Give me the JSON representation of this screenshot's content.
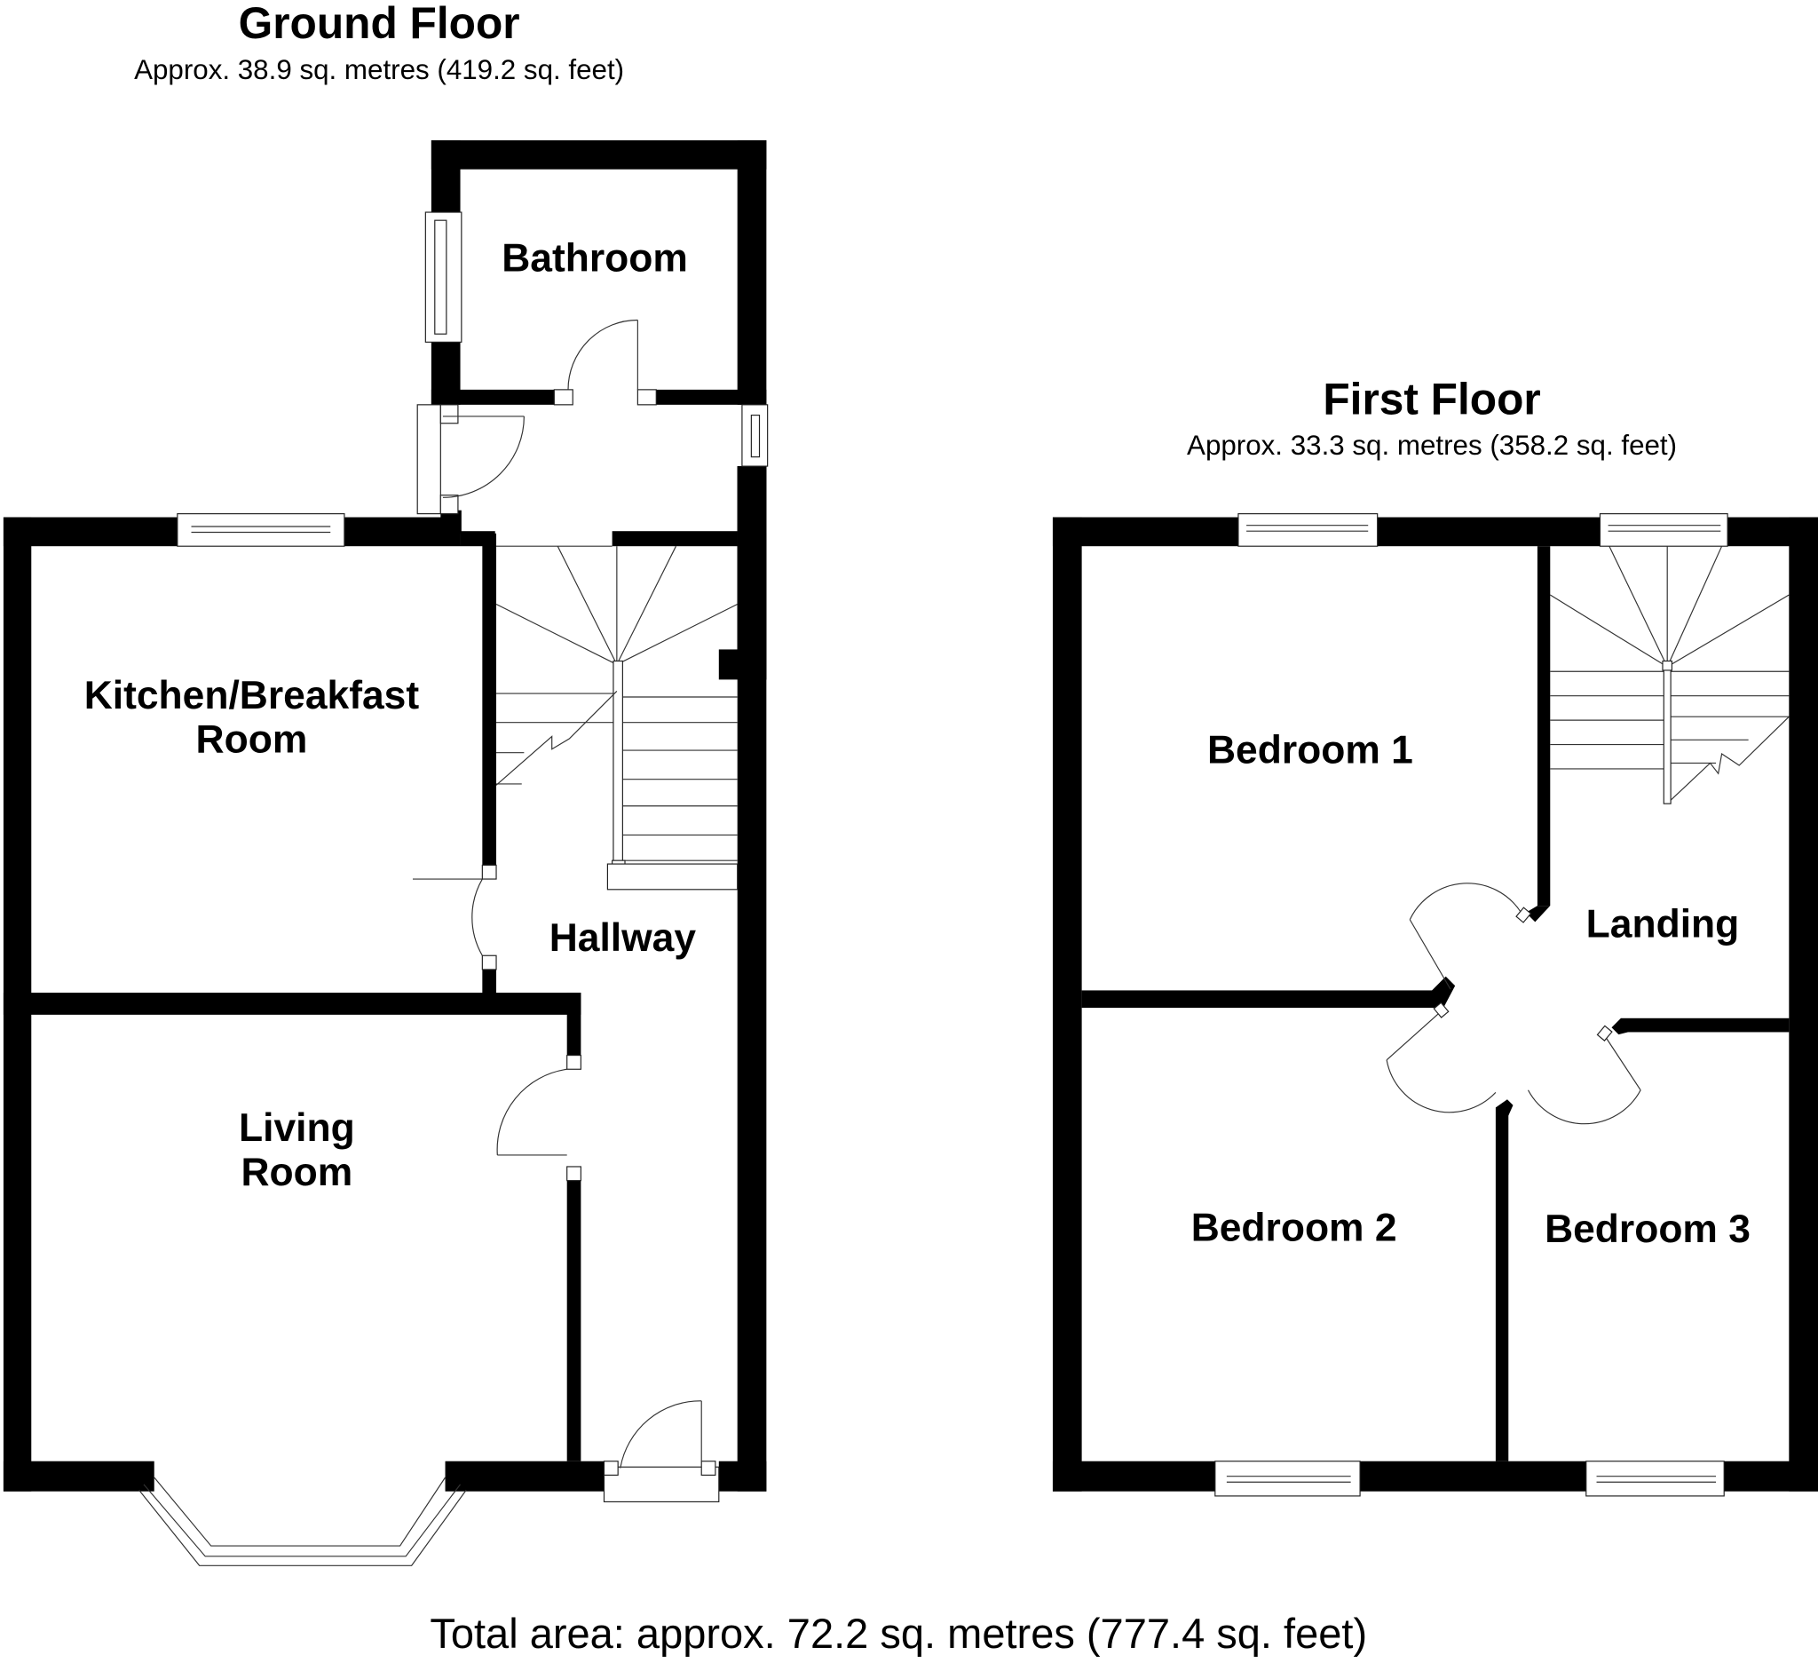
{
  "ground_floor": {
    "title": "Ground Floor",
    "area": "Approx. 38.9 sq. metres (419.2 sq. feet)",
    "rooms": {
      "bathroom": "Bathroom",
      "kitchen_line1": "Kitchen/Breakfast",
      "kitchen_line2": "Room",
      "living_line1": "Living",
      "living_line2": "Room",
      "hallway": "Hallway"
    }
  },
  "first_floor": {
    "title": "First Floor",
    "area": "Approx. 33.3 sq. metres (358.2 sq. feet)",
    "rooms": {
      "bedroom1": "Bedroom 1",
      "bedroom2": "Bedroom 2",
      "bedroom3": "Bedroom 3",
      "landing": "Landing"
    }
  },
  "total_area": "Total area: approx. 72.2 sq. metres (777.4 sq. feet)",
  "colors": {
    "wall": "#000000",
    "background": "#ffffff",
    "fixture_line": "#333333"
  }
}
